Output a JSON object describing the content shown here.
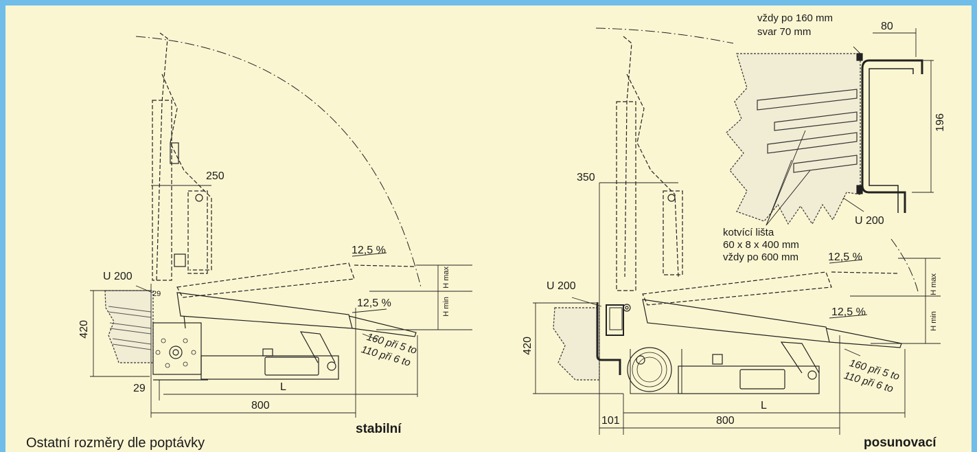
{
  "left": {
    "dim_250": "250",
    "u200": "U 200",
    "slope_top": "12,5 %",
    "slope_bottom": "12,5 %",
    "h_max": "H max",
    "h_min": "H min",
    "dim_420": "420",
    "dim_29": "29",
    "dim_29_detail": "29",
    "dim_L": "L",
    "dim_800": "800",
    "lip_line1": "160 při 5 to",
    "lip_line2": "110 při 6 to",
    "caption": "stabilní"
  },
  "right": {
    "weld_line1": "vždy po 160 mm",
    "weld_line2": "svar 70 mm",
    "dim_80": "80",
    "dim_196": "196",
    "u200_detail": "U 200",
    "anchor_line1": "kotvící lišta",
    "anchor_line2": "60 x 8 x 400 mm",
    "anchor_line3": "vždy po 600 mm",
    "dim_350": "350",
    "u200": "U 200",
    "slope_top": "12,5 %",
    "slope_bottom": "12,5 %",
    "h_max": "H max",
    "h_min": "H min",
    "dim_420": "420",
    "dim_L": "L",
    "dim_101": "101",
    "dim_800": "800",
    "lip_line1": "160 při 5 to",
    "lip_line2": "110 při 6 to",
    "caption": "posunovací"
  },
  "footer_note": "Ostatní rozměry dle poptávky"
}
